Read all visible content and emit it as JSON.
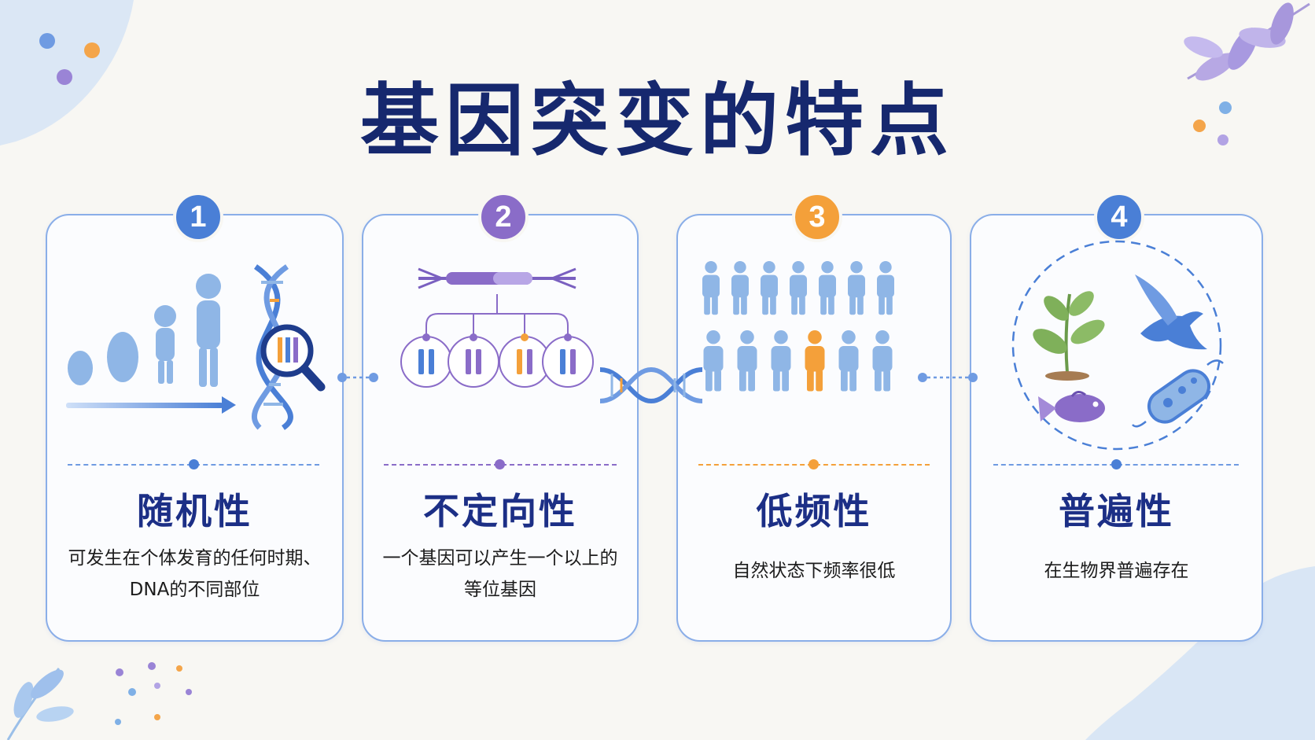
{
  "title": "基因突变的特点",
  "colors": {
    "title": "#16286e",
    "card_border": "#8aaee8",
    "blue": "#4a7fd6",
    "purple": "#8a6cc8",
    "orange": "#f4a03a",
    "figure": "#8fb6e6"
  },
  "cards": [
    {
      "number": "1",
      "heading": "随机性",
      "desc_line1": "可发生在个体发育的任何时期、",
      "desc_line2": "DNA的不同部位",
      "accent": "#4a7fd6"
    },
    {
      "number": "2",
      "heading": "不定向性",
      "desc_line1": "一个基因可以产生一个以上的",
      "desc_line2": "等位基因",
      "accent": "#8a6cc8"
    },
    {
      "number": "3",
      "heading": "低频性",
      "desc_line1": "自然状态下频率很低",
      "desc_line2": "",
      "accent": "#f4a03a"
    },
    {
      "number": "4",
      "heading": "普遍性",
      "desc_line1": "在生物界普遍存在",
      "desc_line2": "",
      "accent": "#4a7fd6"
    }
  ]
}
